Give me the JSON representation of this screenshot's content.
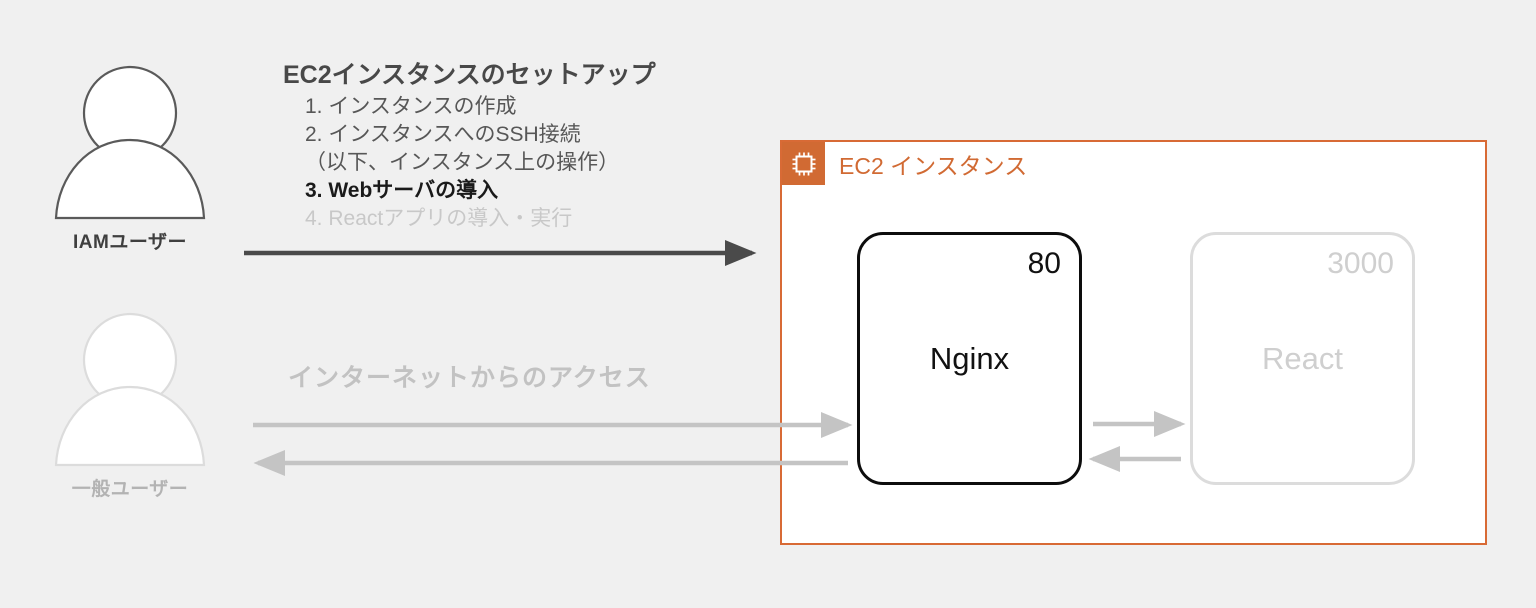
{
  "colors": {
    "background": "#f0f0f0",
    "accent_orange": "#d16a33",
    "container_border": "#d86a35",
    "active_text": "#111111",
    "muted_text": "#c8c8c8",
    "arrow_dark": "#4a4a4a",
    "arrow_gray": "#c4c4c4"
  },
  "actors": {
    "iam_user": {
      "label": "IAMユーザー",
      "icon": "person-icon",
      "state": "active"
    },
    "general_user": {
      "label": "一般ユーザー",
      "icon": "person-icon",
      "state": "muted"
    }
  },
  "setup_steps": {
    "title": "EC2インスタンスのセットアップ",
    "items": [
      {
        "text": "1. インスタンスの作成",
        "state": "normal"
      },
      {
        "text": "2. インスタンスへのSSH接続",
        "state": "normal"
      },
      {
        "text": "（以下、インスタンス上の操作）",
        "state": "normal"
      },
      {
        "text": "3. Webサーバの導入",
        "state": "current"
      },
      {
        "text": "4. Reactアプリの導入・実行",
        "state": "muted"
      }
    ]
  },
  "labels": {
    "internet_access": "インターネットからのアクセス"
  },
  "ec2_container": {
    "title": "EC2 インスタンス",
    "icon": "chip-icon",
    "services": [
      {
        "name": "Nginx",
        "port": "80",
        "state": "active"
      },
      {
        "name": "React",
        "port": "3000",
        "state": "muted"
      }
    ]
  },
  "arrows": [
    {
      "name": "iam-user-to-ec2",
      "style": "dark",
      "direction": "right"
    },
    {
      "name": "internet-request-to-nginx",
      "style": "gray",
      "direction": "right"
    },
    {
      "name": "nginx-response-to-user",
      "style": "gray",
      "direction": "left"
    },
    {
      "name": "nginx-to-react",
      "style": "gray",
      "direction": "right"
    },
    {
      "name": "react-to-nginx",
      "style": "gray",
      "direction": "left"
    }
  ]
}
